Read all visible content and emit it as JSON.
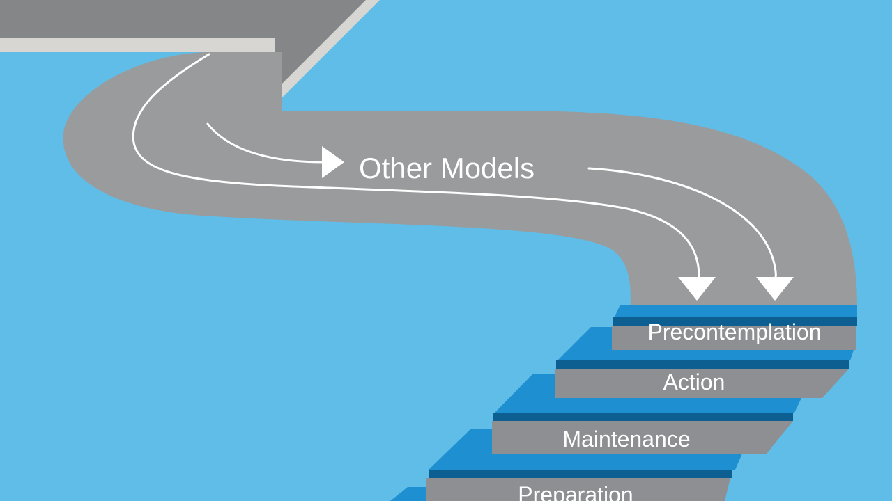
{
  "diagram": {
    "colors": {
      "background": "#5fbde8",
      "road": "#9a9b9d",
      "road_highlight": "#d8d6d2",
      "step_face": "#8d8f92",
      "step_top_dark": "#0d5f92",
      "step_top_bright": "#1e8fd0",
      "arrow": "#ffffff"
    },
    "path_label": "Other Models",
    "stages": [
      "Precontemplation",
      "Action",
      "Maintenance",
      "Preparation"
    ]
  }
}
